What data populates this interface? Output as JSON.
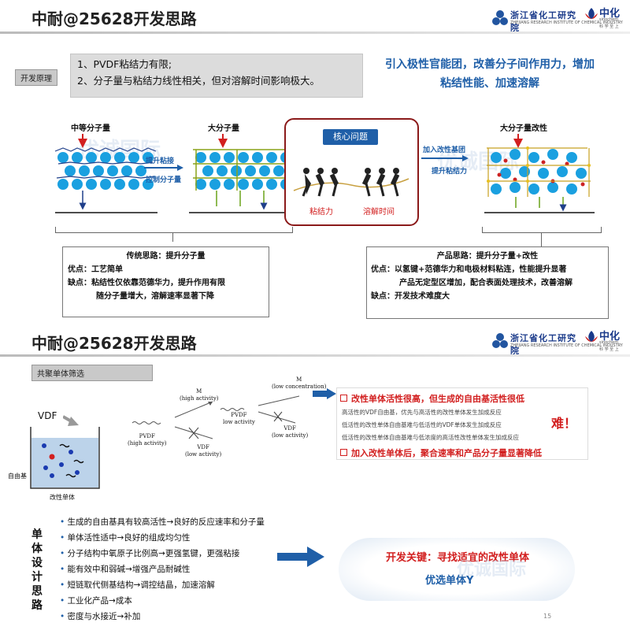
{
  "slide1": {
    "title": "中耐@25628开发思路",
    "logo_institute": "浙江省化工研究院",
    "logo_institute_sub": "ZHEJIANG RESEARCH INSTITUTE OF CHEMICAL INDUSTRY",
    "logo_brand": "中化",
    "logo_brand_sub": "sinochem",
    "logo_brand_slogan": "科 学 至 上",
    "tag": "开发原理",
    "principles": [
      "1、PVDF粘结力有限;",
      "2、分子量与粘结力线性相关，但对溶解时间影响极大。"
    ],
    "headline": [
      "引入极性官能团，改善分子间作用力，增加",
      "粘结性能、加速溶解"
    ],
    "diagram_labels": {
      "medium_mw": "中等分子量",
      "high_mw": "大分子量",
      "increase_adhesion": "提升粘接",
      "control_mw": "控制分子量",
      "core_problem": "核心问题",
      "adhesion": "粘结力",
      "dissolve_time": "溶解时间",
      "add_modifier": "加入改性基团",
      "increase_adhesion2": "提升粘结力",
      "high_mw_modified": "大分子量改性"
    },
    "traditional": {
      "title": "传统思路：提升分子量",
      "pro_label": "优点：",
      "pro": "工艺简单",
      "con_label": "缺点：",
      "con1": "粘结性仅依靠范德华力，提升作用有限",
      "con2": "随分子量增大，溶解速率显著下降"
    },
    "product": {
      "title": "产品思路：提升分子量+改性",
      "pro_label": "优点：",
      "pro1": "以氢键+范德华力和电极材料粘连，性能提升显著",
      "pro2": "产品无定型区增加，配合表面处理技术，改善溶解",
      "con_label": "缺点：",
      "con": "开发技术难度大"
    },
    "watermark": "优诚国际"
  },
  "slide2": {
    "title": "中耐@25628开发思路",
    "tag": "共聚单体筛选",
    "vdf": "VDF",
    "free_radical": "自由基",
    "modified_monomer": "改性单体",
    "scheme": {
      "pvdf_high": "PVDF\n(high activity)",
      "m_high": "M\n(high activity)",
      "pvdf_low": "PVDF\nlow activity",
      "m_low_conc": "M\n(low concentration)",
      "vdf_low": "VDF\n(low activity)",
      "vdf_low2": "VDF\n(low activity)"
    },
    "problem_title": "改性单体活性很高，但生成的自由基活性很低",
    "problem_lines": [
      "高活性的VDF自由基，优先与高活性的改性单体发生加成反应",
      "低活性的改性单体自由基难与低活性的VDF单体发生加成反应",
      "低活性的改性单体自由基难与低浓度的高活性改性单体发生加成反应"
    ],
    "hard": "难！",
    "problem_conclusion": "加入改性单体后，聚合速率和产品分子量显著降低",
    "side_label": "单体设计思路",
    "criteria": [
      "生成的自由基具有较高活性→良好的反应速率和分子量",
      "单体活性适中→良好的组成均匀性",
      "分子结构中氧原子比例高→更强氢键，更强粘接",
      "能有效中和弱碱→增强产品耐碱性",
      "短链取代侧基结构→调控结晶，加速溶解",
      "工业化产品→成本",
      "密度与水接近→补加"
    ],
    "key_title": "开发关键：寻找适宜的改性单体",
    "key_answer": "优选单体Y",
    "page_number": "15"
  },
  "colors": {
    "accent_blue": "#1f5fa8",
    "dark_red": "#8b1a1a",
    "red": "#d21f1f",
    "tag_gray": "#c9c9c9"
  }
}
